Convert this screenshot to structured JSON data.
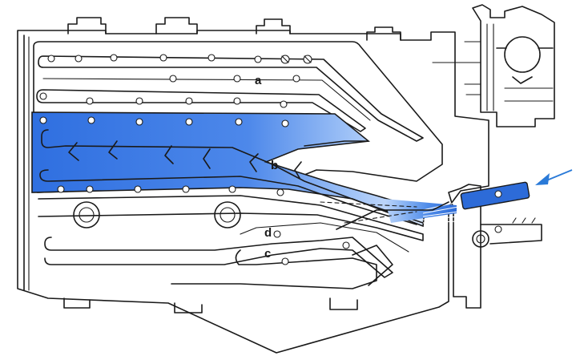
{
  "labels": {
    "a": "a",
    "b": "b",
    "c": "c",
    "d": "d"
  },
  "colors": {
    "fill_blue": "#3a78e6",
    "light_blue": "#a8c8f8",
    "outline": "#1a1a1a",
    "arrow": "#2a7ad8"
  }
}
